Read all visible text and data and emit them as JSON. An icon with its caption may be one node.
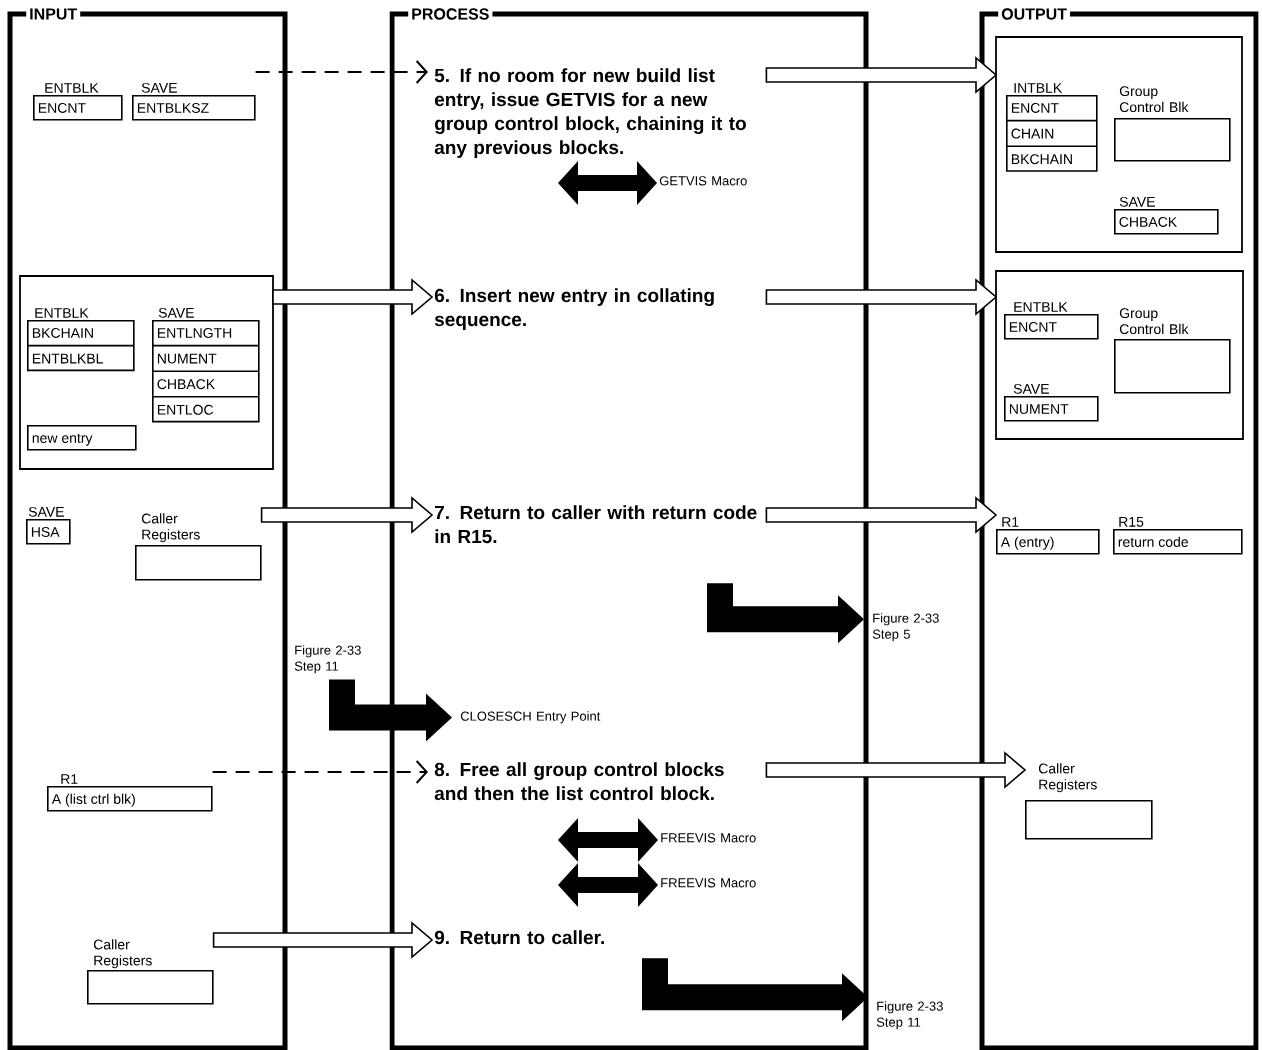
{
  "diagram": {
    "nodes": [
      {
        "text": [
          "INPUT"
        ]
      },
      {
        "text": [
          "PROCESS"
        ]
      },
      {
        "text": [
          "OUTPUT"
        ]
      },
      {
        "text": [
          "ENTBLK",
          "ENCNT"
        ],
        "in": 0
      },
      {
        "text": [
          "SAVE",
          "ENTBLKSZ"
        ],
        "in": 0
      },
      {
        "text": [],
        "shape": "box",
        "in": 0
      },
      {
        "text": [
          "ENTBLK",
          "BKCHAIN",
          "ENTBLKBL"
        ],
        "in": 5
      },
      {
        "text": [
          "SAVE",
          "ENTLNGTH",
          "NUMENT",
          "CHBACK",
          "ENTLOC"
        ],
        "in": 5
      },
      {
        "text": [
          "new entry"
        ],
        "in": 5
      },
      {
        "text": [
          "SAVE",
          "HSA"
        ],
        "in": 0
      },
      {
        "text": [
          "Caller Registers"
        ],
        "in": 0
      },
      {
        "text": [
          "R1",
          "A (list ctrl blk)"
        ],
        "in": 0
      },
      {
        "text": [
          "Caller Registers"
        ],
        "in": 0
      },
      {
        "text": [
          "5. If no room for new build list entry, issue GETVIS for a new group control block, chaining it to any previous blocks."
        ],
        "in": 1
      },
      {
        "text": [
          "6. Insert new entry in collating sequence."
        ],
        "in": 1
      },
      {
        "text": [
          "7. Return to caller with return code in R15."
        ],
        "in": 1
      },
      {
        "text": [
          "CLOSESCH Entry Point"
        ],
        "in": 1
      },
      {
        "text": [
          "8. Free all group control blocks and then the list control block."
        ],
        "in": 1
      },
      {
        "text": [
          "9. Return to caller."
        ],
        "in": 1
      },
      {
        "text": [
          "GETVIS Macro"
        ],
        "in": 1
      },
      {
        "text": [
          "FREEVIS Macro"
        ],
        "in": 1
      },
      {
        "text": [
          "FREEVIS Macro"
        ],
        "in": 1
      },
      {
        "text": [
          "Figure 2-33 Step 5"
        ]
      },
      {
        "text": [
          "Figure 2-33 Step 11"
        ]
      },
      {
        "text": [
          "Figure 2-33 Step 11"
        ]
      },
      {
        "text": [],
        "shape": "box",
        "in": 2
      },
      {
        "text": [
          "INTBLK",
          "ENCNT",
          "CHAIN",
          "BKCHAIN"
        ],
        "in": 25
      },
      {
        "text": [
          "Group Control Blk"
        ],
        "in": 25
      },
      {
        "text": [
          "SAVE",
          "CHBACK"
        ],
        "in": 25
      },
      {
        "text": [],
        "shape": "box",
        "in": 2
      },
      {
        "text": [
          "ENTBLK",
          "ENCNT"
        ],
        "in": 29
      },
      {
        "text": [
          "Group Control Blk"
        ],
        "in": 29
      },
      {
        "text": [
          "SAVE",
          "NUMENT"
        ],
        "in": 29
      },
      {
        "text": [
          "R1",
          "A (entry)"
        ],
        "in": 2
      },
      {
        "text": [
          "R15",
          "return code"
        ],
        "in": 2
      },
      {
        "text": [
          "Caller Registers"
        ],
        "in": 2
      }
    ],
    "edges": [
      {
        "from": 4,
        "to": 13,
        "arrow": "to",
        "style": "dashed"
      },
      {
        "from": 13,
        "to": 25,
        "arrow": "to"
      },
      {
        "from": 5,
        "to": 14,
        "arrow": "to"
      },
      {
        "from": 14,
        "to": 29,
        "arrow": "to"
      },
      {
        "from": 10,
        "to": 15,
        "arrow": "to"
      },
      {
        "from": 15,
        "to": 33,
        "arrow": "to"
      },
      {
        "from": 15,
        "to": 22,
        "arrow": "to",
        "style": "thick"
      },
      {
        "from": 23,
        "to": 16,
        "arrow": "to",
        "style": "thick"
      },
      {
        "from": 11,
        "to": 17,
        "arrow": "to",
        "style": "dashed"
      },
      {
        "from": 17,
        "to": 35,
        "arrow": "to"
      },
      {
        "from": 12,
        "to": 18,
        "arrow": "to"
      },
      {
        "from": 18,
        "to": 24,
        "arrow": "to",
        "style": "thick"
      },
      {
        "from": null,
        "to": 19,
        "arrow": "both",
        "style": "thick"
      },
      {
        "from": null,
        "to": 20,
        "arrow": "both",
        "style": "thick"
      },
      {
        "from": null,
        "to": 21,
        "arrow": "both",
        "style": "thick"
      }
    ]
  }
}
